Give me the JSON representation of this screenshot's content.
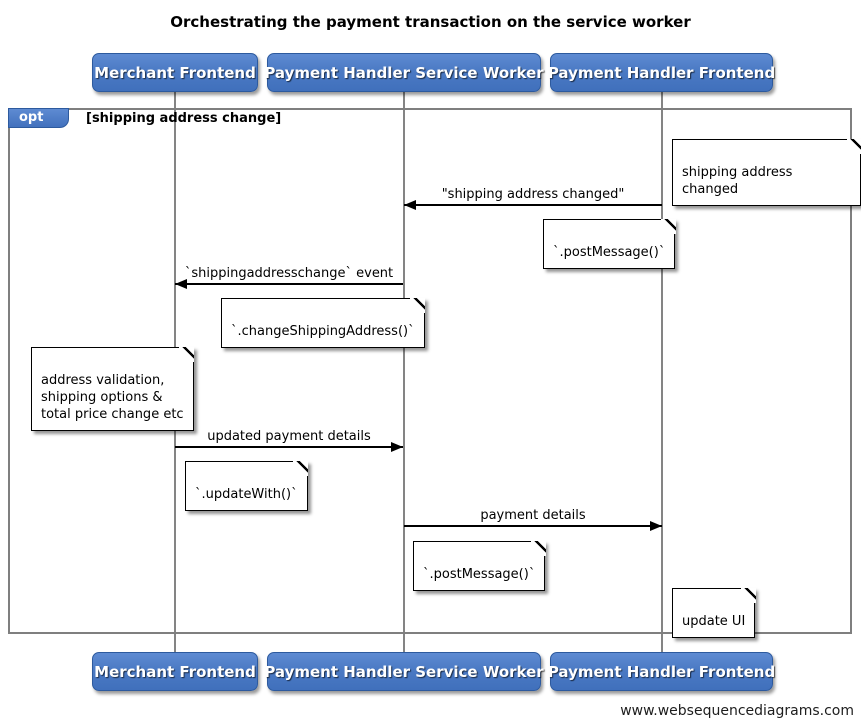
{
  "diagram": {
    "title": "Orchestrating the payment transaction on the service worker",
    "watermark": "www.websequencediagrams.com",
    "type": "uml-sequence-diagram"
  },
  "actors": [
    {
      "label": "Merchant Frontend"
    },
    {
      "label": "Payment Handler Service Worker"
    },
    {
      "label": "Payment Handler Frontend"
    }
  ],
  "fragment": {
    "operator": "opt",
    "guard": "[shipping address change]"
  },
  "messages": [
    {
      "label": "\"shipping address changed\"",
      "from": "Payment Handler Frontend",
      "to": "Payment Handler Service Worker",
      "direction": "left"
    },
    {
      "label": "`shippingaddresschange` event",
      "from": "Payment Handler Service Worker",
      "to": "Merchant Frontend",
      "direction": "left"
    },
    {
      "label": "updated payment details",
      "from": "Merchant Frontend",
      "to": "Payment Handler Service Worker",
      "direction": "right"
    },
    {
      "label": "payment details",
      "from": "Payment Handler Service Worker",
      "to": "Payment Handler Frontend",
      "direction": "right"
    }
  ],
  "notes": [
    {
      "text": "shipping address changed",
      "anchor": "Payment Handler Frontend"
    },
    {
      "text": "`.postMessage()`",
      "anchor": "Payment Handler Service Worker"
    },
    {
      "text": "`.changeShippingAddress()`",
      "anchor": "Merchant Frontend"
    },
    {
      "text": "address validation,\nshipping options &\ntotal price change etc",
      "anchor": "Merchant Frontend"
    },
    {
      "text": "`.updateWith()`",
      "anchor": "Merchant Frontend"
    },
    {
      "text": "`.postMessage()`",
      "anchor": "Payment Handler Service Worker"
    },
    {
      "text": "update UI",
      "anchor": "Payment Handler Frontend"
    }
  ],
  "colors": {
    "actor_fill": "#4b7ac4",
    "actor_border": "#2d5a9e",
    "fragment_border": "#7f7f7f",
    "lifeline": "#848484",
    "note_fill": "#ffffff",
    "note_border": "#000000",
    "message_line": "#000000"
  }
}
